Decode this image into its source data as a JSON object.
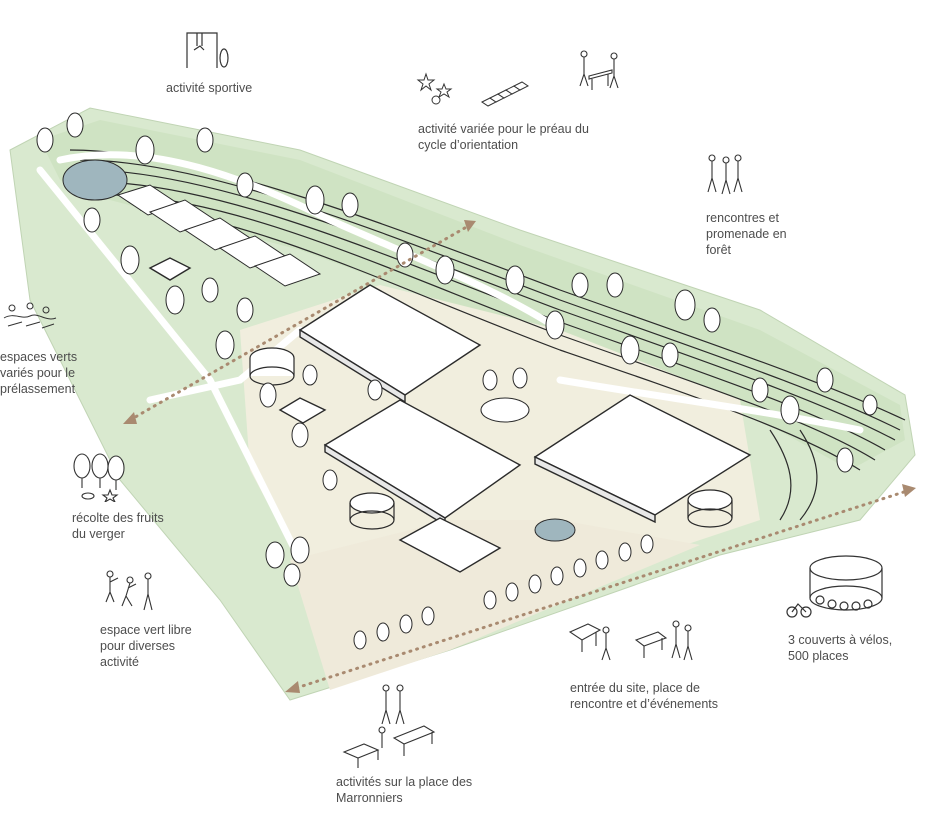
{
  "colors": {
    "green_area": "#d9e9cf",
    "green_dark": "#c4dbb6",
    "plaza": "#f1eede",
    "path": "#ffffff",
    "line": "#2b2b2b",
    "axis_arrow": "#a98a70",
    "pond": "#9fb6be",
    "label_text": "#4d4d4d"
  },
  "labels": {
    "sport": "activité sportive",
    "preau_1": "activité variée pour le préau du",
    "preau_2": "cycle d’orientation",
    "foret_1": "rencontres et",
    "foret_2": "promenade en",
    "foret_3": "forêt",
    "espaces_1": "espaces verts",
    "espaces_2": "variés pour le",
    "espaces_3": "prélassement",
    "verger_1": "récolte des fruits",
    "verger_2": "du verger",
    "libre_1": "espace vert libre",
    "libre_2": "pour diverses",
    "libre_3": "activité",
    "velos_1": "3 couverts à vélos,",
    "velos_2": "500 places",
    "entree_1": "entrée du site, place de",
    "entree_2": "rencontre et d’événements",
    "marronniers_1": "activités sur la place des",
    "marronniers_2": "Marronniers"
  },
  "icons": [
    "gym-equipment-icon",
    "hopscotch-icon",
    "stars-icon",
    "picnic-table-icon",
    "walkers-icon",
    "relaxing-people-icon",
    "fruit-tree-icon",
    "playing-people-icon",
    "bike-shelter-icon",
    "piano-event-icon",
    "market-stall-icon"
  ]
}
